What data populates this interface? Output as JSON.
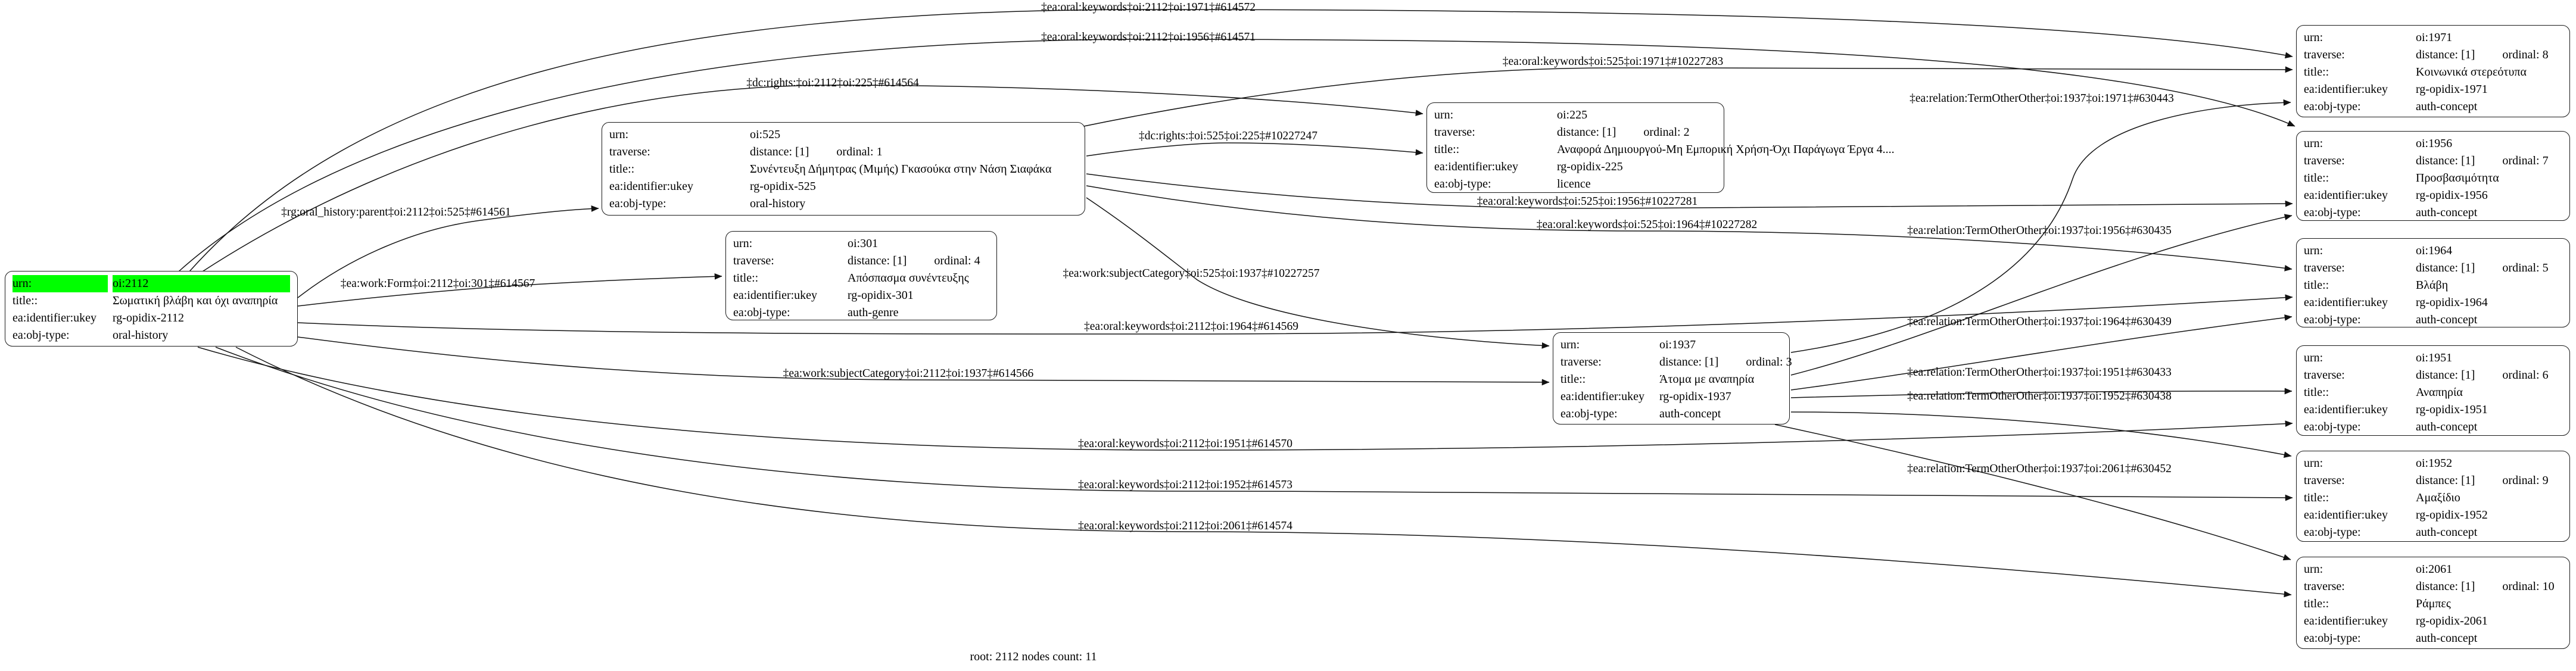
{
  "graph": {
    "caption": "root: 2112 nodes count: 11",
    "highlight_color": "#00ff00",
    "field_labels": {
      "urn": "urn:",
      "traverse": "traverse:",
      "title": "title::",
      "ukey": "ea:identifier:ukey",
      "objtype": "ea:obj-type:"
    },
    "nodes": [
      {
        "id": "2112",
        "urn": "oi:2112",
        "urn_highlight": true,
        "distance": null,
        "ordinal": null,
        "title": "Σωματική βλάβη και όχι αναπηρία",
        "ukey": "rg-opidix-2112",
        "objtype": "oral-history"
      },
      {
        "id": "525",
        "urn": "oi:525",
        "urn_highlight": false,
        "distance": "distance: [1]",
        "ordinal": "ordinal: 1",
        "title": "Συνέντευξη Δήμητρας (Μιμής) Γκασούκα στην Νάση Σιαφάκα",
        "ukey": "rg-opidix-525",
        "objtype": "oral-history"
      },
      {
        "id": "301",
        "urn": "oi:301",
        "urn_highlight": false,
        "distance": "distance: [1]",
        "ordinal": "ordinal: 4",
        "title": "Απόσπασμα συνέντευξης",
        "ukey": "rg-opidix-301",
        "objtype": "auth-genre"
      },
      {
        "id": "225",
        "urn": "oi:225",
        "urn_highlight": false,
        "distance": "distance: [1]",
        "ordinal": "ordinal: 2",
        "title": "Αναφορά Δημιουργού-Μη Εμπορική Χρήση-Όχι Παράγωγα Έργα 4....",
        "ukey": "rg-opidix-225",
        "objtype": "licence"
      },
      {
        "id": "1937",
        "urn": "oi:1937",
        "urn_highlight": false,
        "distance": "distance: [1]",
        "ordinal": "ordinal: 3",
        "title": "Άτομα με αναπηρία",
        "ukey": "rg-opidix-1937",
        "objtype": "auth-concept"
      },
      {
        "id": "1971",
        "urn": "oi:1971",
        "urn_highlight": false,
        "distance": "distance: [1]",
        "ordinal": "ordinal: 8",
        "title": "Κοινωνικά στερεότυπα",
        "ukey": "rg-opidix-1971",
        "objtype": "auth-concept"
      },
      {
        "id": "1956",
        "urn": "oi:1956",
        "urn_highlight": false,
        "distance": "distance: [1]",
        "ordinal": "ordinal: 7",
        "title": "Προσβασιμότητα",
        "ukey": "rg-opidix-1956",
        "objtype": "auth-concept"
      },
      {
        "id": "1964",
        "urn": "oi:1964",
        "urn_highlight": false,
        "distance": "distance: [1]",
        "ordinal": "ordinal: 5",
        "title": "Βλάβη",
        "ukey": "rg-opidix-1964",
        "objtype": "auth-concept"
      },
      {
        "id": "1951",
        "urn": "oi:1951",
        "urn_highlight": false,
        "distance": "distance: [1]",
        "ordinal": "ordinal: 6",
        "title": "Αναπηρία",
        "ukey": "rg-opidix-1951",
        "objtype": "auth-concept"
      },
      {
        "id": "1952",
        "urn": "oi:1952",
        "urn_highlight": false,
        "distance": "distance: [1]",
        "ordinal": "ordinal: 9",
        "title": "Αμαξίδιο",
        "ukey": "rg-opidix-1952",
        "objtype": "auth-concept"
      },
      {
        "id": "2061",
        "urn": "oi:2061",
        "urn_highlight": false,
        "distance": "distance: [1]",
        "ordinal": "ordinal: 10",
        "title": "Ράμπες",
        "ukey": "rg-opidix-2061",
        "objtype": "auth-concept"
      }
    ],
    "edges": [
      {
        "id": "614572",
        "label": "‡ea:oral:keywords‡oi:2112‡oi:1971‡#614572"
      },
      {
        "id": "614571",
        "label": "‡ea:oral:keywords‡oi:2112‡oi:1956‡#614571"
      },
      {
        "id": "614564",
        "label": "‡dc:rights:‡oi:2112‡oi:225‡#614564"
      },
      {
        "id": "614561",
        "label": "‡rg:oral_history:parent‡oi:2112‡oi:525‡#614561"
      },
      {
        "id": "614567",
        "label": "‡ea:work:Form‡oi:2112‡oi:301‡#614567"
      },
      {
        "id": "614569",
        "label": "‡ea:oral:keywords‡oi:2112‡oi:1964‡#614569"
      },
      {
        "id": "614566",
        "label": "‡ea:work:subjectCategory‡oi:2112‡oi:1937‡#614566"
      },
      {
        "id": "614570",
        "label": "‡ea:oral:keywords‡oi:2112‡oi:1951‡#614570"
      },
      {
        "id": "614573",
        "label": "‡ea:oral:keywords‡oi:2112‡oi:1952‡#614573"
      },
      {
        "id": "614574",
        "label": "‡ea:oral:keywords‡oi:2112‡oi:2061‡#614574"
      },
      {
        "id": "10227247",
        "label": "‡dc:rights:‡oi:525‡oi:225‡#10227247"
      },
      {
        "id": "10227283",
        "label": "‡ea:oral:keywords‡oi:525‡oi:1971‡#10227283"
      },
      {
        "id": "10227281",
        "label": "‡ea:oral:keywords‡oi:525‡oi:1956‡#10227281"
      },
      {
        "id": "10227282",
        "label": "‡ea:oral:keywords‡oi:525‡oi:1964‡#10227282"
      },
      {
        "id": "10227257",
        "label": "‡ea:work:subjectCategory‡oi:525‡oi:1937‡#10227257"
      },
      {
        "id": "630443",
        "label": "‡ea:relation:TermOtherOther‡oi:1937‡oi:1971‡#630443"
      },
      {
        "id": "630435",
        "label": "‡ea:relation:TermOtherOther‡oi:1937‡oi:1956‡#630435"
      },
      {
        "id": "630439",
        "label": "‡ea:relation:TermOtherOther‡oi:1937‡oi:1964‡#630439"
      },
      {
        "id": "630433",
        "label": "‡ea:relation:TermOtherOther‡oi:1937‡oi:1951‡#630433"
      },
      {
        "id": "630438",
        "label": "‡ea:relation:TermOtherOther‡oi:1937‡oi:1952‡#630438"
      },
      {
        "id": "630452",
        "label": "‡ea:relation:TermOtherOther‡oi:1937‡oi:2061‡#630452"
      }
    ]
  }
}
